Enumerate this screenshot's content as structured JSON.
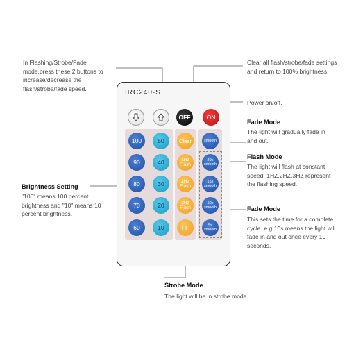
{
  "remote": {
    "model": "IRC240-S",
    "top_row": {
      "up_icon": "arrow-up-icon",
      "down_icon": "arrow-down-icon",
      "off_label": "OFF",
      "on_label": "ON"
    },
    "brightness_left": [
      "100",
      "90",
      "80",
      "70",
      "60"
    ],
    "brightness_right": [
      "50",
      "40",
      "30",
      "20",
      "10"
    ],
    "mode_column": [
      "Clear",
      "1Hz\nFlash",
      "2Hz\nFlash",
      "3Hz\nFlash",
      "FF"
    ],
    "smooth_column": [
      "smooth",
      "20s\nsmooth",
      "15s\nsmooth",
      "10s\nsmooth",
      "5s\nsmooth"
    ]
  },
  "annotations": {
    "flashing_adjust": "In Flashing/Strobe/Fade mode,press these 2 buttons to increase/decrease the flash/strobe/fade speed.",
    "clear": "Clear all flash/strobe/fade settings and return to 100% brightness.",
    "power": "Power on/off.",
    "fade_mode_title": "Fade Mode",
    "fade_mode_text": "The light will gradually fade in and out.",
    "flash_mode_title": "Flash Mode",
    "flash_mode_text": "The light will flash at constant speed. 1HZ,2HZ,3HZ represent the flashing speed.",
    "fade_mode2_title": "Fade Mode",
    "fade_mode2_text": "This sets the time for a complete cycle. e.g:10s means the light will fade in and out once every 10 seconds.",
    "brightness_title": "Brightness Setting",
    "brightness_text": "\"100\" means 100 percent brightness and \"10\" means 10 percent brightness.",
    "strobe_title": "Strobe Mode",
    "strobe_text": "The light will be in strobe mode."
  },
  "colors": {
    "blue_button": "#2a5cb5",
    "cyan_button": "#2cb3dc",
    "orange_button": "#f5ad33",
    "off_button": "#111111",
    "on_button": "#d81e1e",
    "panel": "#e6dada"
  }
}
